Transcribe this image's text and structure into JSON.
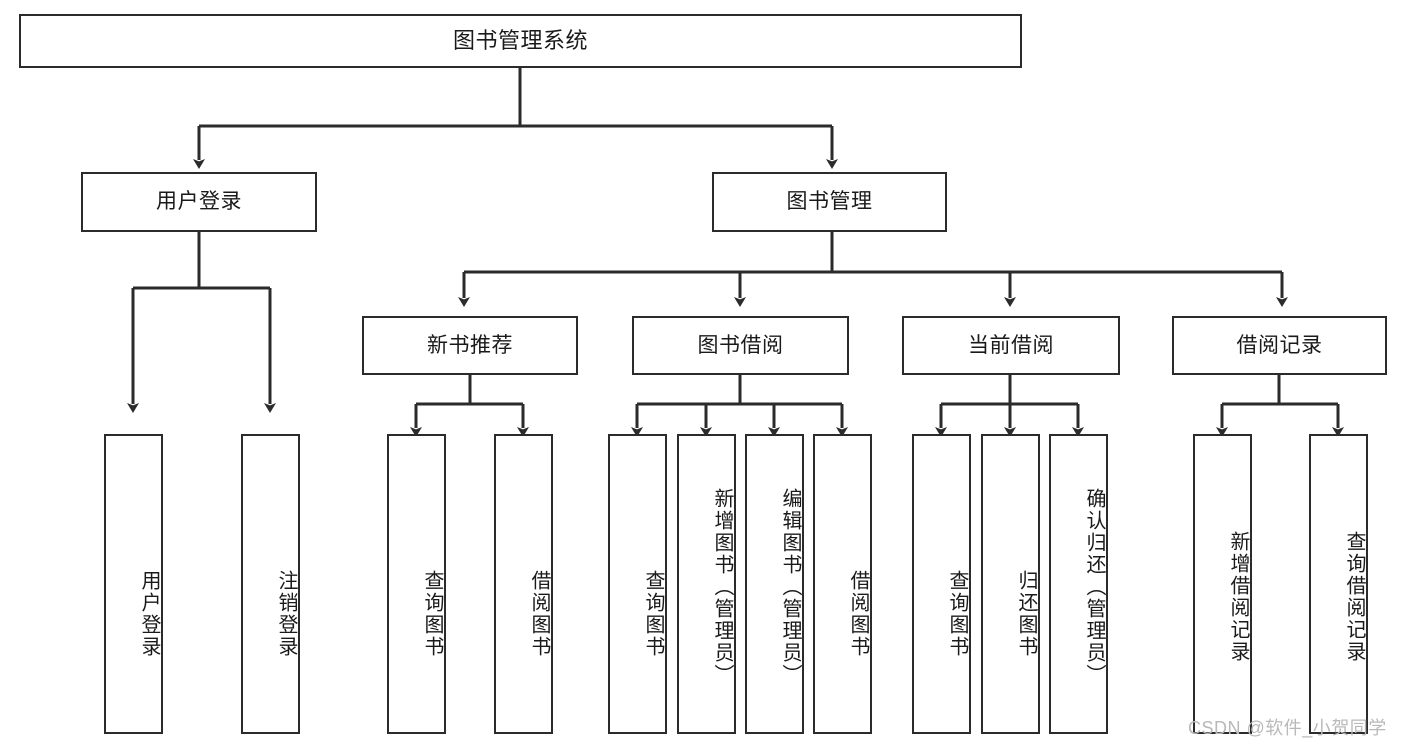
{
  "diagram": {
    "title": "图书管理系统",
    "type": "tree-hierarchy-diagram",
    "watermark": "CSDN @软件_小贺同学",
    "colors": {
      "box_border": "#2b2b2b",
      "box_fill": "#ffffff",
      "connector": "#2b2b2b",
      "text": "#1a1a1a",
      "watermark": "#b9b9b9"
    },
    "root": {
      "label": "图书管理系统"
    },
    "level2": [
      {
        "label": "用户登录"
      },
      {
        "label": "图书管理"
      }
    ],
    "level3": [
      {
        "label": "新书推荐"
      },
      {
        "label": "图书借阅"
      },
      {
        "label": "当前借阅"
      },
      {
        "label": "借阅记录"
      }
    ],
    "leaves": {
      "user_login": [
        {
          "label": "用户登录"
        },
        {
          "label": "注销登录"
        }
      ],
      "new_book_recommend": [
        {
          "label": "查询图书"
        },
        {
          "label": "借阅图书"
        }
      ],
      "book_borrow": [
        {
          "label": "查询图书"
        },
        {
          "label": "新增图书（管理员）"
        },
        {
          "label": "编辑图书（管理员）"
        },
        {
          "label": "借阅图书"
        }
      ],
      "current_borrow": [
        {
          "label": "查询图书"
        },
        {
          "label": "归还图书"
        },
        {
          "label": "确认归还（管理员）"
        }
      ],
      "borrow_record": [
        {
          "label": "新增借阅记录"
        },
        {
          "label": "查询借阅记录"
        }
      ]
    }
  }
}
